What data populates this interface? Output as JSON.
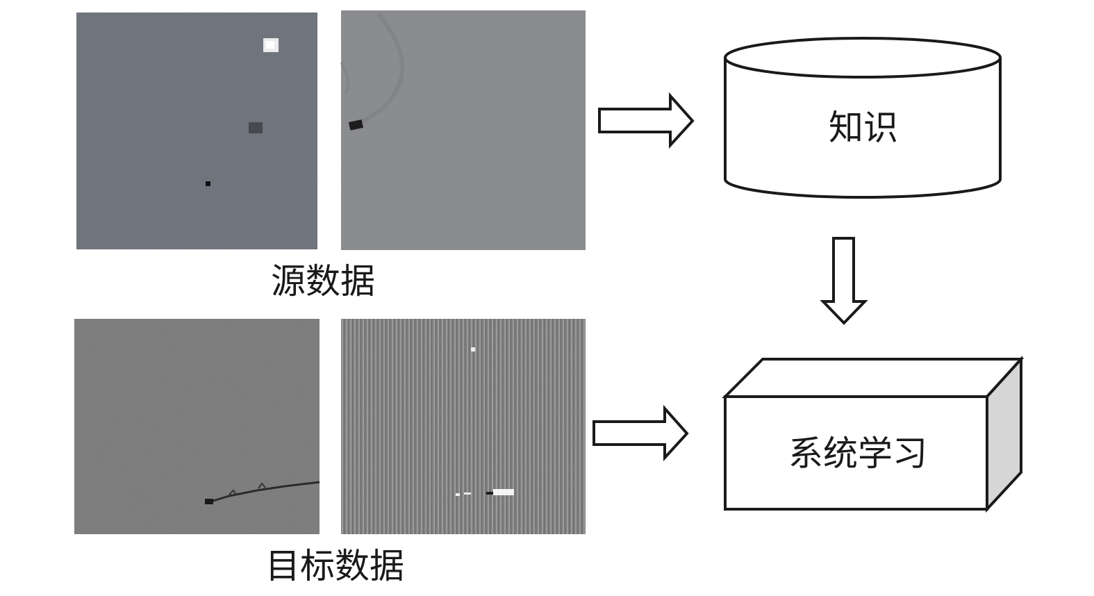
{
  "source_group": {
    "caption": "源数据",
    "images": [
      {
        "description_icon": "gray-texture-sample",
        "tone": "#72777f"
      },
      {
        "description_icon": "gray-texture-sample",
        "tone": "#8d8f92"
      }
    ]
  },
  "target_group": {
    "caption": "目标数据",
    "images": [
      {
        "description_icon": "gray-texture-sample",
        "tone": "#808080"
      },
      {
        "description_icon": "striped-texture-sample",
        "tone": "#8a8a8a"
      }
    ]
  },
  "knowledge_box": {
    "label": "知识",
    "shape": "cylinder"
  },
  "learning_box": {
    "label": "系统学习",
    "shape": "cuboid"
  },
  "arrows": [
    {
      "from": "source_group",
      "to": "knowledge_box",
      "direction": "right"
    },
    {
      "from": "knowledge_box",
      "to": "learning_box",
      "direction": "down"
    },
    {
      "from": "target_group",
      "to": "learning_box",
      "direction": "right"
    }
  ],
  "colors": {
    "stroke": "#1a1a1a",
    "fill": "#ffffff",
    "cuboid_side": "#d6d6d6"
  }
}
